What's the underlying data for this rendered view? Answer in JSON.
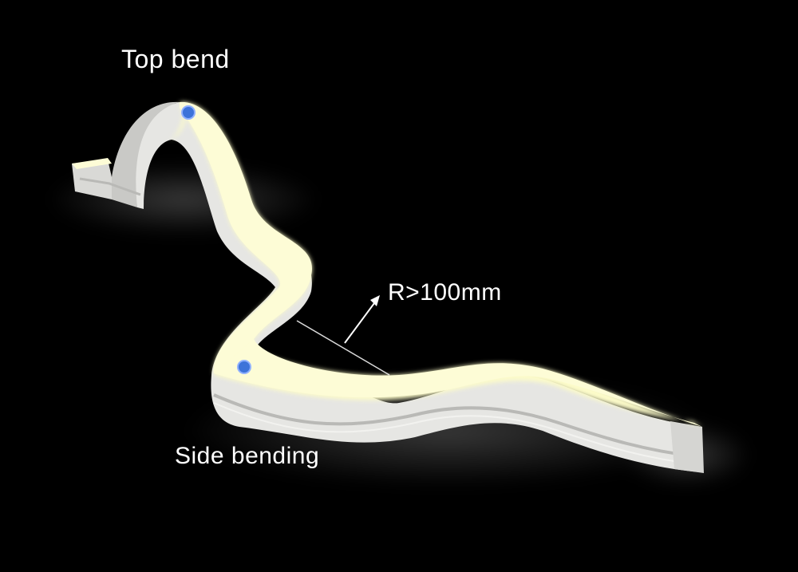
{
  "labels": {
    "top_bend": "Top bend",
    "side_bending": "Side bending",
    "radius": "R>100mm"
  },
  "colors": {
    "background": "#000000",
    "strip_body": "#e6e6e3",
    "strip_shadow": "#b9b9b6",
    "light_face": "#fcfbc9",
    "light_glow": "#fff6b0",
    "marker_dot": "#3d73d9",
    "annotation_line": "#ffffff"
  }
}
